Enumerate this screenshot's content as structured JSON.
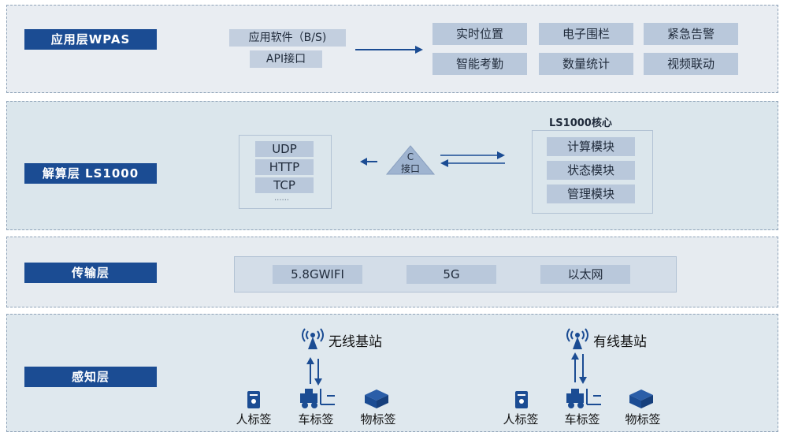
{
  "layers": {
    "application": {
      "label": "应用层WPAS",
      "software": "应用软件（B/S)",
      "api": "API接口",
      "features": [
        "实时位置",
        "电子围栏",
        "紧急告警",
        "智能考勤",
        "数量统计",
        "视频联动"
      ]
    },
    "calculation": {
      "label": "解算层 LS1000",
      "protocols": [
        "UDP",
        "HTTP",
        "TCP"
      ],
      "protocols_more": "......",
      "interface_top": "C",
      "interface_bottom": "接口",
      "core_title": "LS1000核心",
      "core_modules": [
        "计算模块",
        "状态模块",
        "管理模块"
      ]
    },
    "transport": {
      "label": "传输层",
      "networks": [
        "5.8GWIFI",
        "5G",
        "以太网"
      ]
    },
    "sensing": {
      "label": "感知层",
      "left_group": {
        "station": "无线基站",
        "tags": [
          "人标签",
          "车标签",
          "物标签"
        ]
      },
      "right_group": {
        "station": "有线基站",
        "tags": [
          "人标签",
          "车标签",
          "物标签"
        ]
      }
    }
  },
  "colors": {
    "label_bg": "#1b4c93",
    "chip_bg": "#b9c8db",
    "arrow": "#1b4c93",
    "icon": "#1b4c93"
  }
}
